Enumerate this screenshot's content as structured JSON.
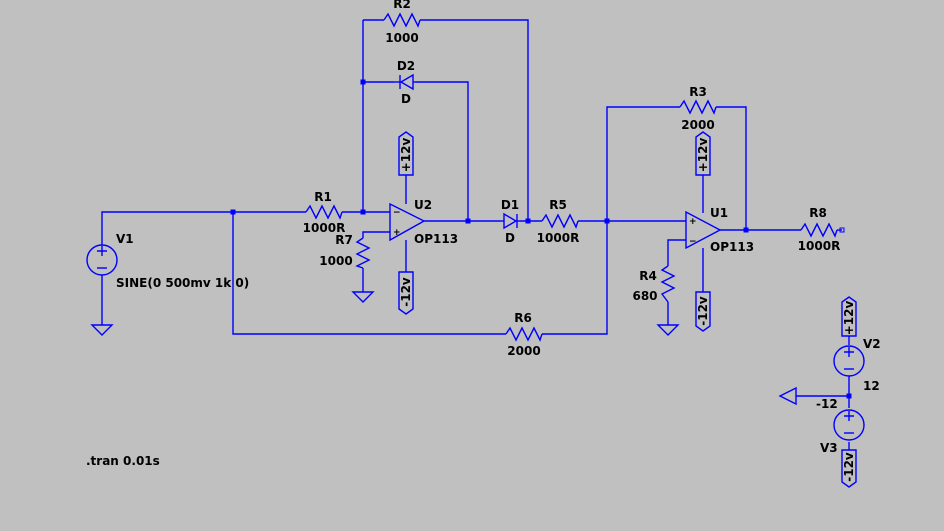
{
  "components": {
    "R1": {
      "name": "R1",
      "value": "1000R"
    },
    "R2": {
      "name": "R2",
      "value": "1000"
    },
    "R3": {
      "name": "R3",
      "value": "2000"
    },
    "R4": {
      "name": "R4",
      "value": "680"
    },
    "R5": {
      "name": "R5",
      "value": "1000R"
    },
    "R6": {
      "name": "R6",
      "value": "2000"
    },
    "R7": {
      "name": "R7",
      "value": "1000"
    },
    "R8": {
      "name": "R8",
      "value": "1000R"
    },
    "D1": {
      "name": "D1",
      "value": "D"
    },
    "D2": {
      "name": "D2",
      "value": "D"
    },
    "U1": {
      "name": "U1",
      "value": "OP113"
    },
    "U2": {
      "name": "U2",
      "value": "OP113"
    },
    "V1": {
      "name": "V1",
      "value": "SINE(0 500mv 1k 0)"
    },
    "V2": {
      "name": "V2",
      "value": "12"
    },
    "V3": {
      "name": "V3",
      "value": "-12"
    }
  },
  "net_labels": {
    "pos": "+12v",
    "neg": "-12v"
  },
  "pin_marks": {
    "plus": "+",
    "minus": "−"
  },
  "directive": ".tran 0.01s",
  "colors": {
    "background": "#c0c0c0",
    "wire": "#0000ff",
    "text": "#000000"
  }
}
